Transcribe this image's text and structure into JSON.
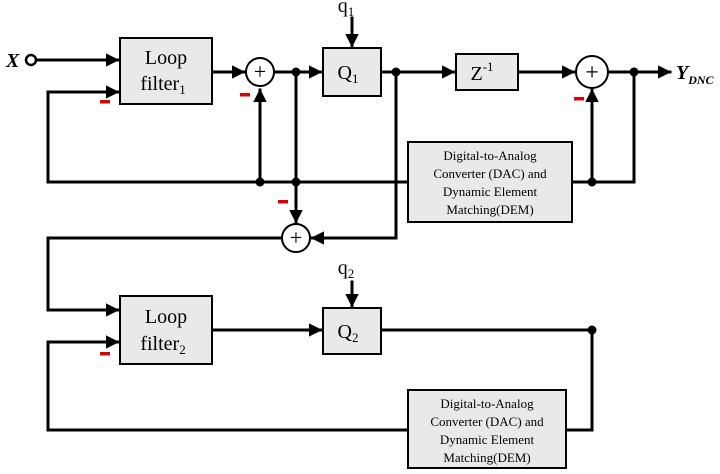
{
  "input_label": "X",
  "output_label": {
    "main": "Y",
    "sub": "DNC"
  },
  "blocks": {
    "loop_filter_1": {
      "line1": "Loop",
      "line2": "filter",
      "sub": "1"
    },
    "loop_filter_2": {
      "line1": "Loop",
      "line2": "filter",
      "sub": "2"
    },
    "quantizer_1": {
      "main": "Q",
      "sub": "1"
    },
    "quantizer_2": {
      "main": "Q",
      "sub": "2"
    },
    "delay": {
      "main": "Z",
      "sup": "-1"
    },
    "dac_dem_1": {
      "lines": [
        "Digital-to-Analog",
        "Converter (DAC) and",
        "Dynamic Element",
        "Matching(DEM)"
      ]
    },
    "dac_dem_2": {
      "lines": [
        "Digital-to-Analog",
        "Converter (DAC) and",
        "Dynamic Element",
        "Matching(DEM)"
      ]
    }
  },
  "noise_inputs": {
    "q1": {
      "main": "q",
      "sub": "1"
    },
    "q2": {
      "main": "q",
      "sub": "2"
    }
  },
  "summing_symbol": "+",
  "minus_markers": 5,
  "colors": {
    "line": "#000000",
    "block_fill": "#e9e9e9",
    "minus_marker": "#dd0000"
  }
}
